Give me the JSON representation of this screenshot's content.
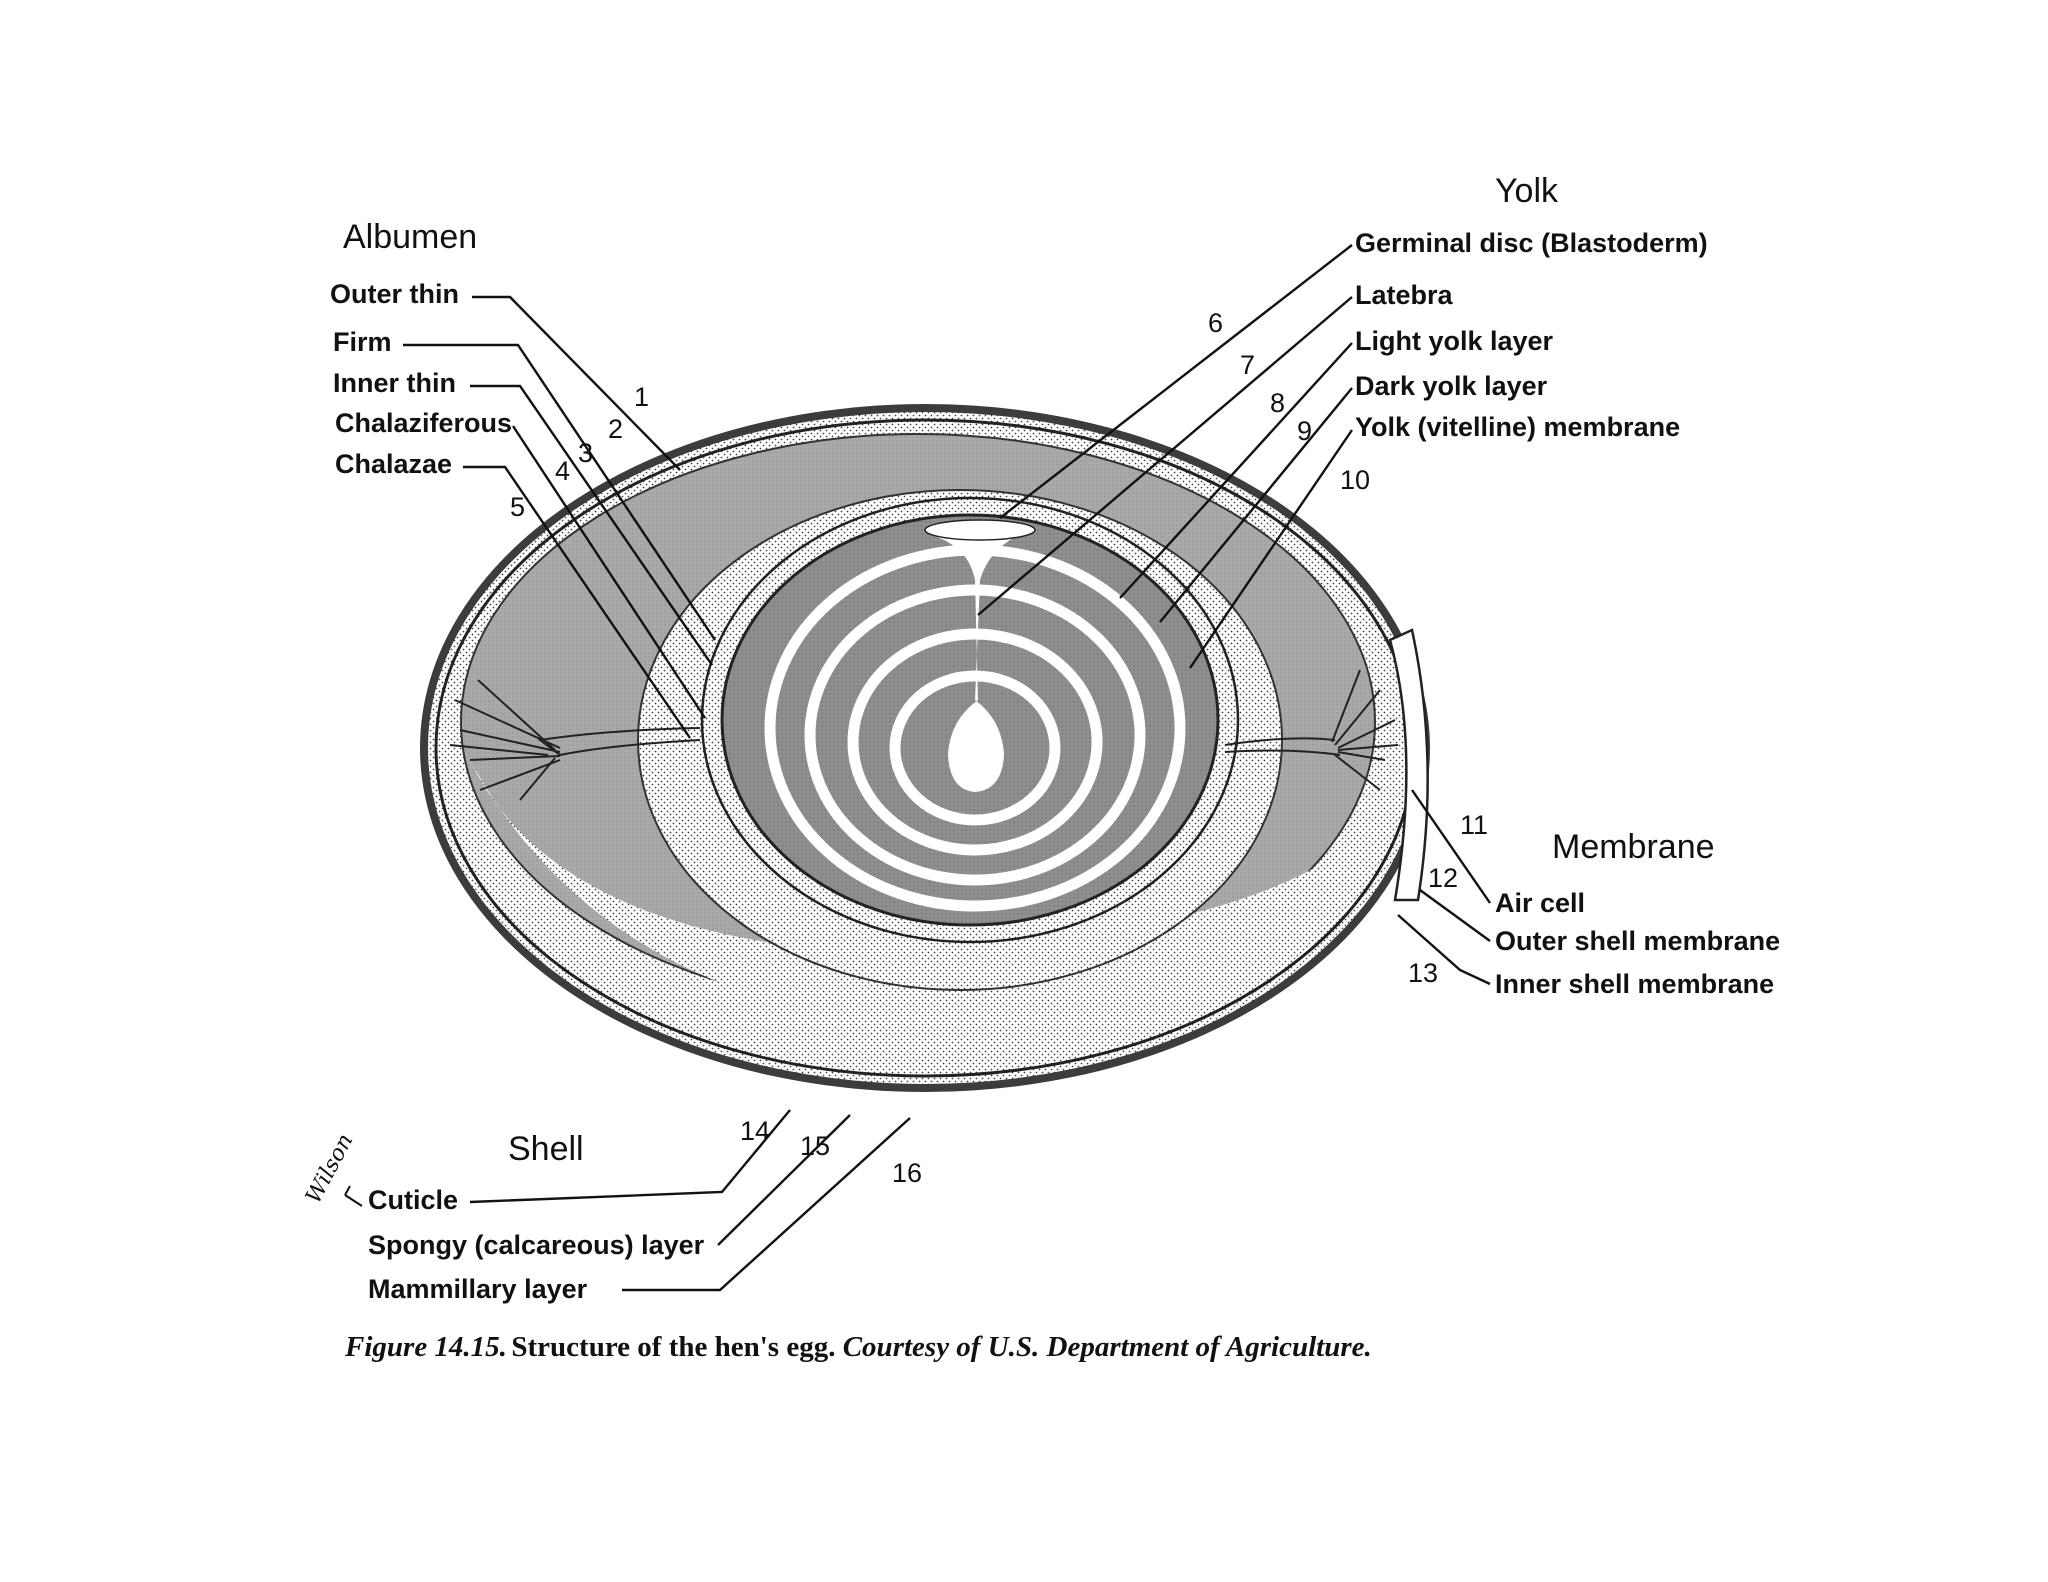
{
  "groups": {
    "albumen": "Albumen",
    "yolk": "Yolk",
    "membrane": "Membrane",
    "shell": "Shell"
  },
  "labels": {
    "outer_thin": "Outer thin",
    "firm": "Firm",
    "inner_thin": "Inner thin",
    "chalaziferous": "Chalaziferous",
    "chalazae": "Chalazae",
    "germinal_disc": "Germinal disc (Blastoderm)",
    "latebra": "Latebra",
    "light_yolk": "Light yolk layer",
    "dark_yolk": "Dark yolk layer",
    "yolk_membrane": "Yolk (vitelline) membrane",
    "air_cell": "Air cell",
    "outer_shell_membrane": "Outer shell membrane",
    "inner_shell_membrane": "Inner shell membrane",
    "cuticle": "Cuticle",
    "spongy_layer": "Spongy (calcareous) layer",
    "mammillary_layer": "Mammillary layer"
  },
  "numbers": [
    "1",
    "2",
    "3",
    "4",
    "5",
    "6",
    "7",
    "8",
    "9",
    "10",
    "11",
    "12",
    "13",
    "14",
    "15",
    "16"
  ],
  "signature": "Wilson",
  "caption": {
    "figure": "Figure 14.15.",
    "text": " Structure of the hen's egg. ",
    "credit": "Courtesy of U.S. Department of Agriculture."
  }
}
